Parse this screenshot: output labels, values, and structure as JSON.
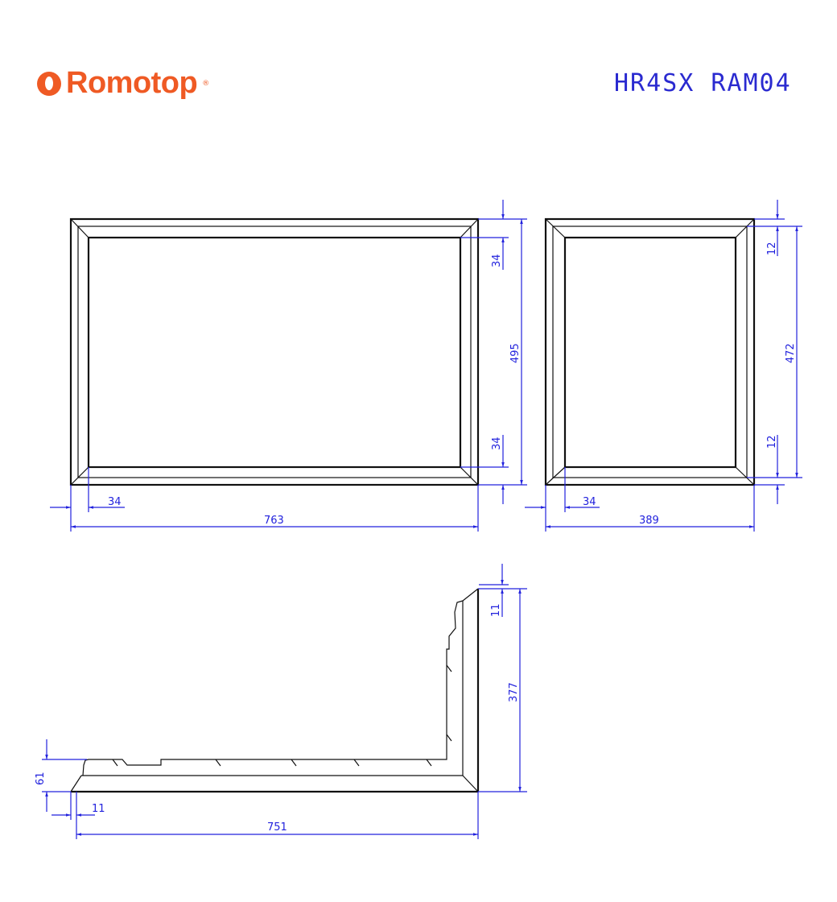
{
  "header": {
    "brand": "Romotop",
    "model_code": "HR4SX  RAM04"
  },
  "colors": {
    "brand": "#ef5a24",
    "dimension": "#2222dd",
    "outline": "#111111"
  },
  "front_view": {
    "frame_top": "34",
    "height": "495",
    "frame_bottom": "34",
    "frame_side": "34",
    "width": "763"
  },
  "side_view": {
    "frame_top": "12",
    "height": "472",
    "frame_bottom": "12",
    "frame_side": "34",
    "width": "389"
  },
  "section_view": {
    "top_offset": "11",
    "height": "377",
    "base_height": "61",
    "base_offset": "11",
    "width": "751"
  }
}
